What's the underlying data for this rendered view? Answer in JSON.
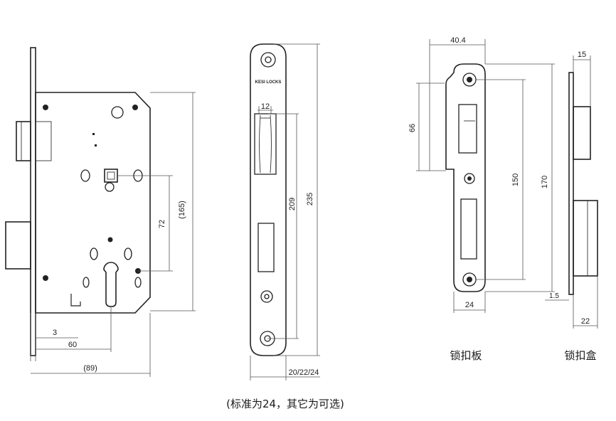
{
  "lock_body": {
    "dims": {
      "height": "(165)",
      "cyl_to_handle": "72",
      "backset_small": "3",
      "backset": "60",
      "depth": "(89)"
    }
  },
  "faceplate": {
    "logo": "KESI LOCKS",
    "dims": {
      "latch_width": "12",
      "latch_to_bottom": "209",
      "total": "235",
      "width": "20/22/24"
    }
  },
  "strike_plate": {
    "caption": "锁扣板",
    "dims": {
      "top_width": "40.4",
      "upper_height": "66",
      "hole_spacing": "150",
      "height": "170",
      "offset": "1.5",
      "width": "24"
    }
  },
  "strike_box": {
    "caption": "锁扣盒",
    "dims": {
      "top_depth": "15",
      "bottom_width": "22"
    }
  },
  "footnote": "(标准为24，其它为可选)"
}
